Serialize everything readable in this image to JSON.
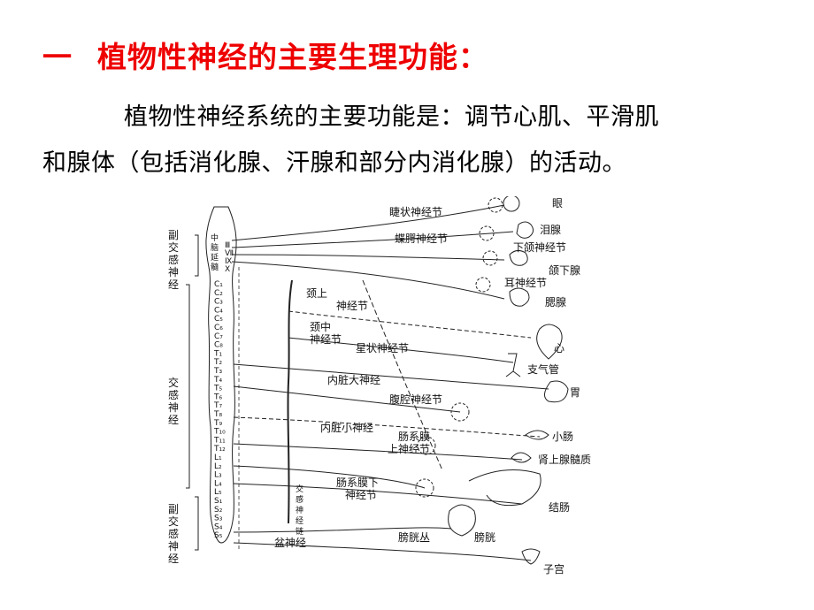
{
  "title": {
    "number": "一",
    "text": "植物性神经的主要生理功能："
  },
  "paragraph": {
    "line1": "植物性神经系统的主要功能是：调节心肌、平滑肌",
    "line2": "和腺体（包括消化腺、汗腺和部分内消化腺）的活动。"
  },
  "diagram": {
    "side_labels": {
      "parasympathetic_top": [
        "副",
        "交",
        "感",
        "神",
        "经"
      ],
      "sympathetic": [
        "交",
        "感",
        "神",
        "经"
      ],
      "parasympathetic_bottom": [
        "副",
        "交",
        "感",
        "神",
        "经"
      ]
    },
    "brain_labels": [
      "中",
      "脑",
      "延",
      "髓"
    ],
    "cranial_nerves": [
      "Ⅲ",
      "Ⅶ",
      "Ⅸ",
      "Ⅹ"
    ],
    "cord_segments": [
      "C₁",
      "C₂",
      "C₃",
      "C₄",
      "C₅",
      "C₆",
      "C₇",
      "C₈",
      "T₁",
      "T₂",
      "T₃",
      "T₄",
      "T₅",
      "T₆",
      "T₇",
      "T₈",
      "T₉",
      "T₁₀",
      "T₁₁",
      "T₁₂",
      "L₁",
      "L₂",
      "L₃",
      "L₄",
      "L₅",
      "S₁",
      "S₂",
      "S₃",
      "S₄",
      "S₅"
    ],
    "chain_label": [
      "交",
      "感",
      "神",
      "经",
      "链"
    ],
    "ganglia": {
      "ciliary": "睫状神经节",
      "pterygopalatine": "蝶腭神经节",
      "submandibular": "下颌神经节",
      "otic": "耳神经节",
      "superior_cervical": [
        "颈上",
        "神经节"
      ],
      "middle_cervical": [
        "颈中",
        "神经节"
      ],
      "stellate": "星状神经节",
      "greater_splanchnic": "内脏大神经",
      "celiac": "腹腔神经节",
      "lesser_splanchnic": "内脏小神经",
      "superior_mesenteric": [
        "肠系膜",
        "上神经节"
      ],
      "inferior_mesenteric": [
        "肠系膜下",
        "神经节"
      ],
      "pelvic": "盆神经",
      "vesical_plexus": "膀胱丛"
    },
    "organs": {
      "eye": "眼",
      "lacrimal": "泪腺",
      "submandibular_gland": "颌下腺",
      "parotid": "腮腺",
      "heart": "心",
      "bronchus": "支气管",
      "stomach": "胃",
      "small_intestine": "小肠",
      "adrenal": "肾上腺髓质",
      "colon": "结肠",
      "bladder": "膀胱",
      "uterus": "子宫"
    }
  }
}
